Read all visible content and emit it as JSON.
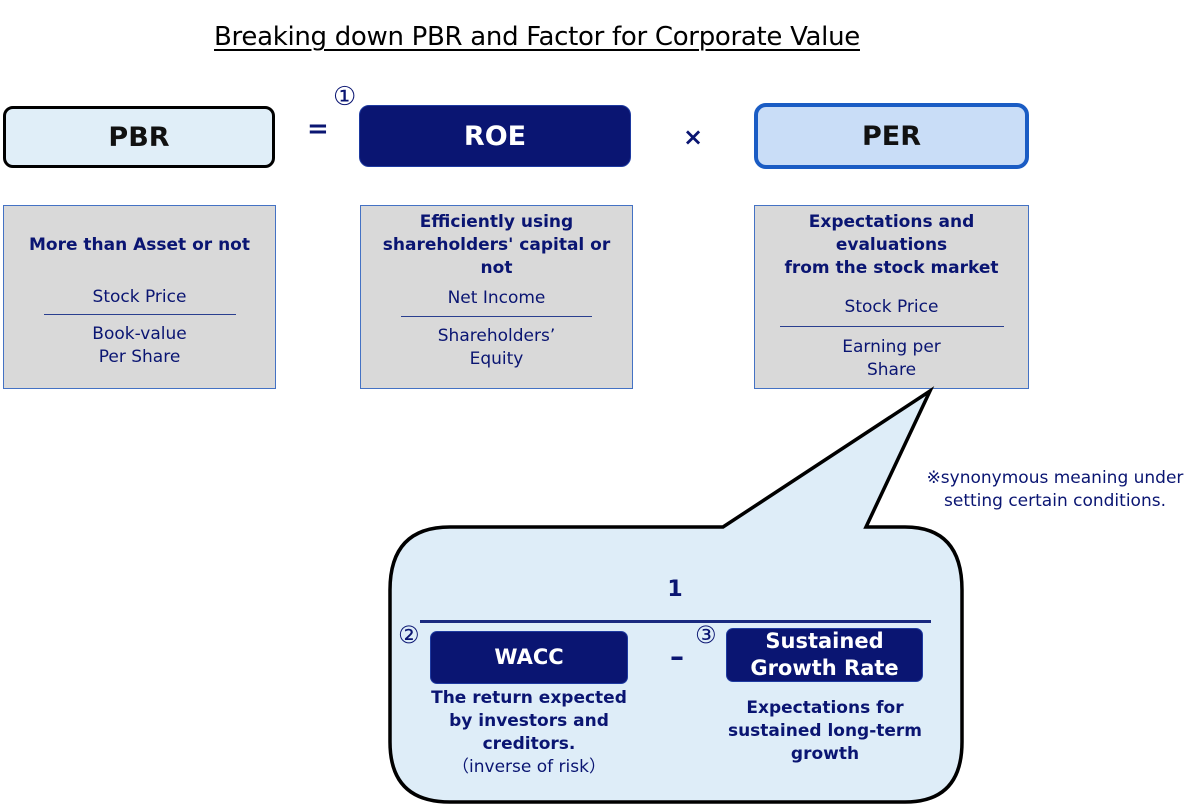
{
  "title": "Breaking down PBR and Factor for Corporate Value",
  "equation": {
    "pbr_label": "PBR",
    "equals": "=",
    "roe_marker": "①",
    "roe_label": "ROE",
    "times": "×",
    "per_label": "PER"
  },
  "cards": [
    {
      "heading": "More than Asset or not",
      "numerator": "Stock Price",
      "denominator_lines": [
        "Book-value",
        "Per Share"
      ]
    },
    {
      "heading_lines": [
        "Efficiently using",
        "shareholders' capital or",
        "not"
      ],
      "numerator": "Net Income",
      "denominator_lines": [
        "Shareholders’",
        "Equity"
      ]
    },
    {
      "heading_lines": [
        "Expectations and",
        "evaluations",
        "from the stock market"
      ],
      "numerator": "Stock Price",
      "denominator_lines": [
        "Earning per",
        "Share"
      ]
    }
  ],
  "footnote": [
    "※synonymous meaning under",
    "setting certain conditions."
  ],
  "callout": {
    "numerator": "1",
    "minus": "–",
    "wacc_marker": "②",
    "wacc_label": "WACC",
    "wacc_desc": [
      "The return expected",
      "by investors and",
      "creditors.",
      "（inverse of risk）"
    ],
    "sgr_marker": "③",
    "sgr_label": [
      "Sustained",
      "Growth Rate"
    ],
    "sgr_desc": [
      "Expectations for",
      "sustained long-term",
      "growth"
    ]
  },
  "colors": {
    "navy": "#0a1572",
    "pbr_fill": "#e0eef8",
    "per_fill": "#c9ddf7",
    "per_border": "#1a5cc4",
    "card_fill": "#d9d9d9",
    "card_border": "#4472c4",
    "callout_fill": "#deedf8"
  }
}
